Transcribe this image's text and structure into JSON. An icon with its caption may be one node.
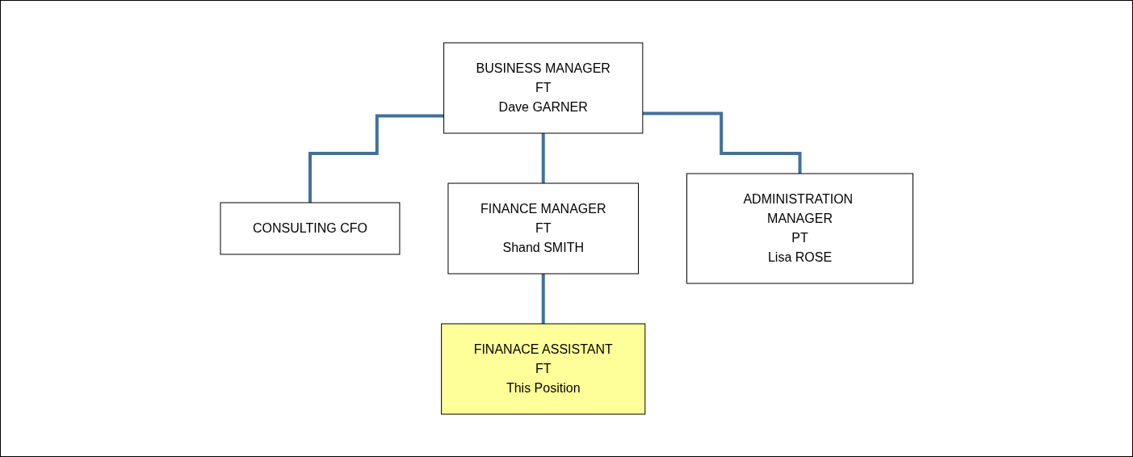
{
  "diagram": {
    "nodes": [
      {
        "text": [
          "BUSINESS MANAGER",
          "FT",
          "Dave GARNER"
        ]
      },
      {
        "text": [
          "CONSULTING CFO"
        ]
      },
      {
        "text": [
          "FINANCE MANAGER",
          "FT",
          "Shand SMITH"
        ]
      },
      {
        "text": [
          "ADMINISTRATION MANAGER",
          "PT",
          "Lisa ROSE"
        ]
      },
      {
        "text": [
          "FINANACE ASSISTANT",
          "FT",
          "This Position"
        ]
      }
    ],
    "edges": [
      {
        "from": 0,
        "to": 1,
        "arrow": "none"
      },
      {
        "from": 0,
        "to": 2,
        "arrow": "none"
      },
      {
        "from": 0,
        "to": 3,
        "arrow": "none"
      },
      {
        "from": 2,
        "to": 4,
        "arrow": "none"
      }
    ]
  }
}
